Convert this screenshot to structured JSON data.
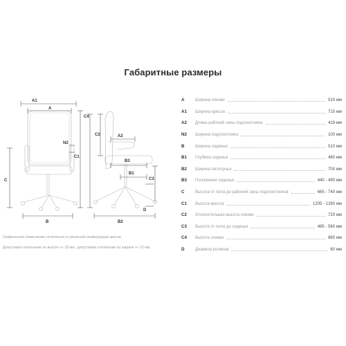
{
  "title": "Габаритные размеры",
  "diagram_labels": {
    "A1": "A1",
    "A2": "A2",
    "N2": "N2",
    "B": "B",
    "B1": "B1",
    "B3": "B3",
    "B2": "B2",
    "C": "C",
    "C1": "C1",
    "C2": "C2",
    "C3": "C3",
    "C4": "C4",
    "D": "D"
  },
  "notes": [
    "Графическая схема может отличаться от реальной конфигурации кресла.",
    "Допустимое отклонение по высоте +/- 20 мм , допустимое отклонение по ширине +/- 10 мм."
  ],
  "dimensions": [
    {
      "code": "A",
      "label": "Ширина спинки",
      "value": "510 мм"
    },
    {
      "code": "A1",
      "label": "Ширина кресла",
      "value": "710 мм"
    },
    {
      "code": "A2",
      "label": "Длина рабочей зоны подлокотника",
      "value": "419 мм"
    },
    {
      "code": "N2",
      "label": "Ширина подлокотника",
      "value": "100 мм"
    },
    {
      "code": "B",
      "label": "Ширина сиденья",
      "value": "510 мм"
    },
    {
      "code": "B1",
      "label": "Глубина сиденья",
      "value": "460 мм"
    },
    {
      "code": "B2",
      "label": "Ширина пятилучья",
      "value": "700 мм"
    },
    {
      "code": "B3",
      "label": "Положение сиденья",
      "value": "440 - 490 мм"
    },
    {
      "code": "C",
      "label": "Высота от пола до рабочей зоны подлокотников",
      "value": "665 - 740 мм"
    },
    {
      "code": "C1",
      "label": "Высота кресла",
      "value": "1205 - 1280 мм"
    },
    {
      "code": "C2",
      "label": "Относительная высота спинки",
      "value": "720 мм"
    },
    {
      "code": "C3",
      "label": "Высота от пола до сиденья",
      "value": "485 - 560 мм"
    },
    {
      "code": "C4",
      "label": "Высота спинки",
      "value": "860 мм"
    },
    {
      "code": "D",
      "label": "Диаметр роликов",
      "value": "60 мм"
    }
  ]
}
